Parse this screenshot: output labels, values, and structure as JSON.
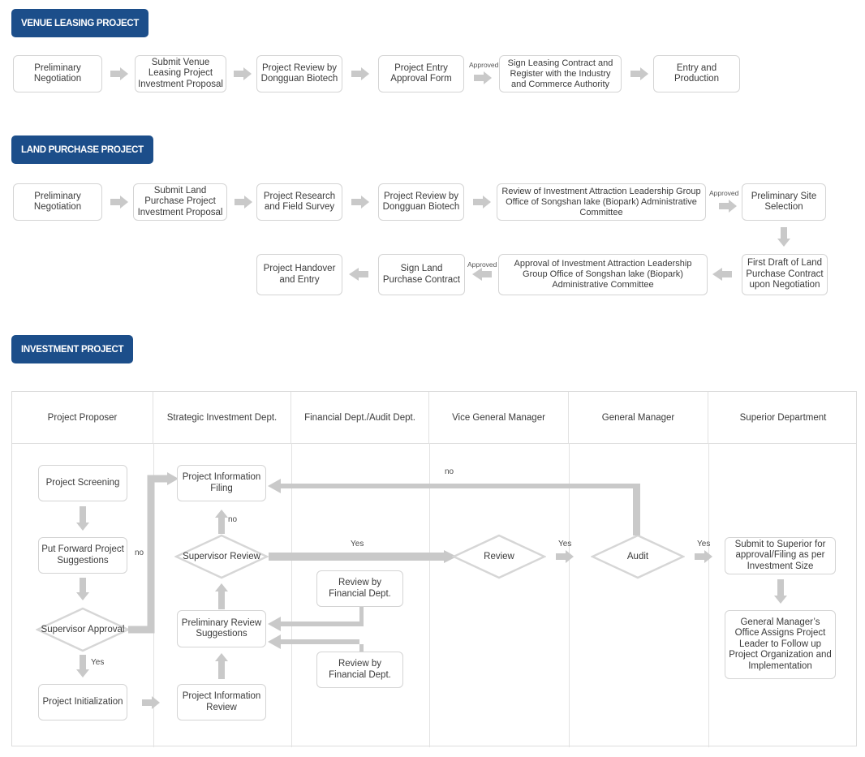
{
  "sections": [
    {
      "id": "venue-leasing",
      "badge": "VENUE LEASING PROJECT",
      "nodes": [
        "Preliminary Negotiation",
        "Submit Venue Leasing Project Investment Proposal",
        "Project Review by Dongguan Biotech",
        "Project Entry Approval Form",
        "Sign Leasing Contract and Register with the Industry and Commerce Authority",
        "Entry and Production"
      ],
      "edge_labels": [
        "Approved"
      ]
    },
    {
      "id": "land-purchase",
      "badge": "LAND PURCHASE PROJECT",
      "nodes_row1": [
        "Preliminary Negotiation",
        "Submit Land Purchase Project Investment Proposal",
        "Project Research and Field Survey",
        "Project Review by Dongguan Biotech",
        "Review of Investment Attraction Leadership Group Office of Songshan lake (Biopark) Administrative Committee",
        "Preliminary Site Selection"
      ],
      "nodes_row2": [
        "Project Handover and Entry",
        "Sign Land Purchase Contract",
        "Approval of Investment Attraction Leadership Group Office of Songshan lake (Biopark) Administrative Committee",
        "First Draft of Land Purchase Contract upon Negotiation"
      ],
      "edge_labels": [
        "Approved",
        "Approved"
      ]
    },
    {
      "id": "investment",
      "badge": "INVESTMENT PROJECT"
    }
  ],
  "swimlane": {
    "columns": [
      "Project Proposer",
      "Strategic Investment Dept.",
      "Financial Dept./Audit Dept.",
      "Vice General Manager",
      "General Manager",
      "Superior Department"
    ],
    "nodes": {
      "project_screening": "Project Screening",
      "put_forward": "Put Forward Project Suggestions",
      "supervisor_approval": "Supervisor Approval",
      "project_initialization": "Project Initialization",
      "project_info_filing": "Project Information Filing",
      "supervisor_review": "Supervisor Review",
      "preliminary_review_suggestions": "Preliminary Review Suggestions",
      "project_info_review": "Project Information Review",
      "review_financial_top": "Review by Financial Dept.",
      "review_financial_bottom": "Review by Financial Dept.",
      "review": "Review",
      "audit": "Audit",
      "submit_superior": "Submit to Superior for approval/Filing as per Investment Size",
      "gm_office": "General Manager’s Office Assigns Project Leader to Follow up Project Organization and Implementation"
    },
    "edge_labels": {
      "no_left": "no",
      "no_top_review": "no",
      "no_audit_return": "no",
      "yes_approval": "Yes",
      "yes_to_review": "Yes",
      "yes_review_audit": "Yes",
      "yes_audit_superior": "Yes"
    }
  },
  "colors": {
    "badge_blue": "#1c4e8a",
    "arrow_gray": "#c9c9c9",
    "box_border": "#d4d4d4",
    "text": "#3b3b3b",
    "lane_border": "#dcdcdc"
  }
}
